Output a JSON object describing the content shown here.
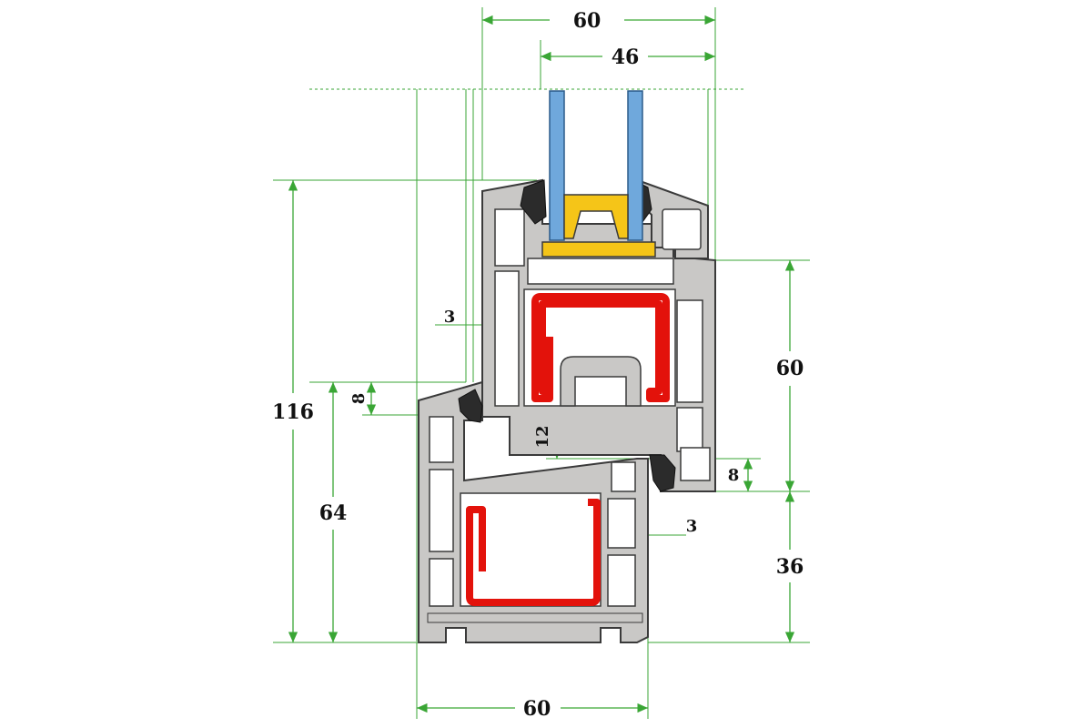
{
  "colors": {
    "frame": "#c9c8c6",
    "frame_stroke": "#3a3a3a",
    "chamber": "#ffffff",
    "glass": "#6fa8dc",
    "spacer": "#f5c518",
    "reinforcement": "#e3120b",
    "gasket": "#2b2b2b",
    "dimension": "#3aa635"
  },
  "dimensions": {
    "top_total_width": "60",
    "glazing_width": "46",
    "total_height": "116",
    "frame_height": "64",
    "sash_height": "60",
    "frame_lower": "36",
    "bottom_width": "60",
    "wall_left": "3",
    "wall_right": "3",
    "overlap_left": "8",
    "overlap_right": "8",
    "rebate_gap": "12"
  }
}
